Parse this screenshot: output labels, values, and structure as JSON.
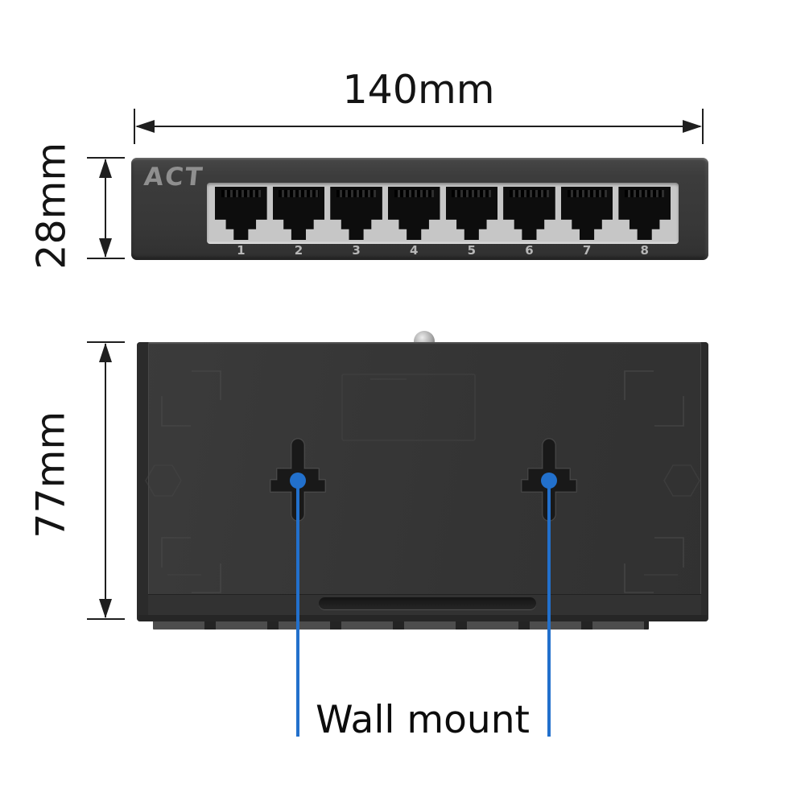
{
  "annotations": {
    "width_label": "140mm",
    "front_height_label": "28mm",
    "bottom_depth_label": "77mm",
    "wall_mount_label": "Wall mount"
  },
  "front_view": {
    "logo": "ACT",
    "port_numbers": [
      "1",
      "2",
      "3",
      "4",
      "5",
      "6",
      "7",
      "8"
    ],
    "port_count": 8
  },
  "bottom_view": {
    "wall_mount_slot_count": 2
  },
  "colors": {
    "annotation_ink": "#1f1f1f",
    "callout_blue": "#2270cc",
    "case_dark": "#373737",
    "port_bezel_gray": "#c6c6c6",
    "logo_gray": "#8f8f8f"
  }
}
